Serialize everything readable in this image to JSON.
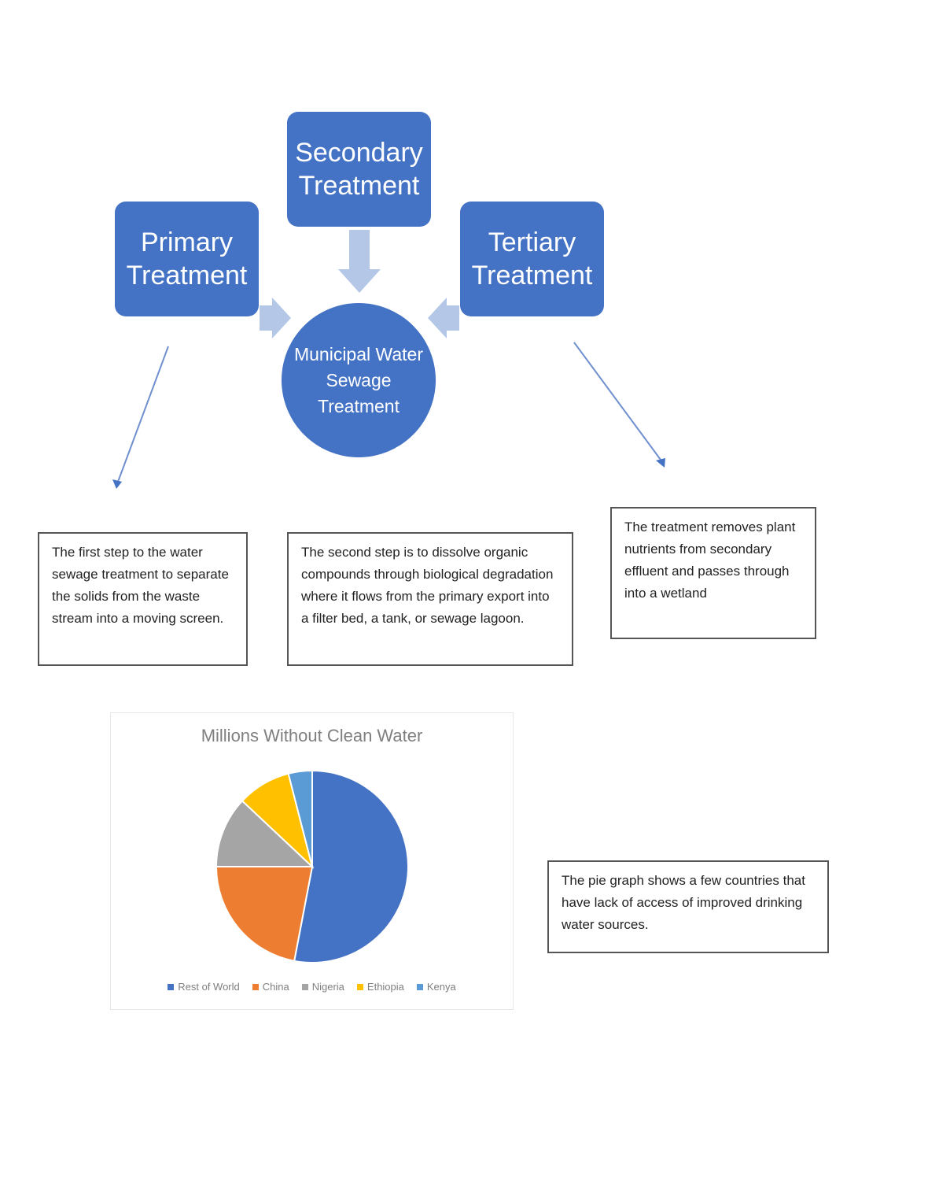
{
  "diagram": {
    "primary": "Primary Treatment",
    "secondary": "Secondary Treatment",
    "tertiary": "Tertiary Treatment",
    "center": "Municipal Water Sewage Treatment",
    "box_color": "#4472c4",
    "arrow_color": "#b4c7e7"
  },
  "notes": {
    "primary": "The first step to the water sewage treatment to separate the solids from the waste stream into a moving screen.",
    "secondary": "The second step is to dissolve organic compounds through biological degradation where it flows from the primary export into a filter bed, a tank, or sewage lagoon.",
    "tertiary": "The treatment removes plant nutrients from secondary effluent and passes through into a wetland",
    "pie": "The pie graph shows a few countries that have lack of access of improved drinking water sources."
  },
  "chart_data": {
    "type": "pie",
    "title": "Millions Without Clean Water",
    "categories": [
      "Rest of World",
      "China",
      "Nigeria",
      "Ethiopia",
      "Kenya"
    ],
    "values": [
      53,
      22,
      12,
      9,
      4
    ],
    "colors": [
      "#4472c4",
      "#ed7d31",
      "#a5a5a5",
      "#ffc000",
      "#5b9bd5"
    ],
    "legend": "bottom"
  }
}
